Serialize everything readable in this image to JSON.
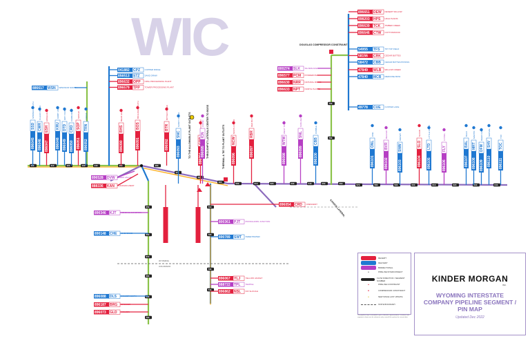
{
  "watermark": "WIC",
  "colors": {
    "receipt": "#e3203e",
    "delivery": "#1f78d1",
    "bidirectional": "#b63fc4",
    "interconnect": "#111111",
    "constraint": "#e3203e"
  },
  "segment_labels": [
    "400",
    "410",
    "420",
    "430",
    "440",
    "450",
    "460",
    "470",
    "480",
    "490",
    "500",
    "510",
    "520",
    "530",
    "540",
    "550",
    "560",
    "570",
    "580",
    "590",
    "600",
    "610",
    "620",
    "630",
    "640",
    "650",
    "660",
    "670",
    "680",
    "690",
    "700",
    "710",
    "720",
    "730",
    "740",
    "750",
    "760"
  ],
  "pins": {
    "top_right": [
      {
        "code": "896651",
        "abbr": "DEW",
        "name": "DESERT WILLOW",
        "type": "receipt"
      },
      {
        "code": "898203",
        "abbr": "HPS",
        "name": "HIGH PLAINS",
        "type": "receipt"
      },
      {
        "code": "896639",
        "abbr": "TCK",
        "name": "TIMBER CREEK",
        "type": "receipt"
      },
      {
        "code": "896646",
        "abbr": "CTW",
        "name": "COTTONWOOD",
        "type": "receipt"
      },
      {
        "code": "54955",
        "abbr": "TFS",
        "name": "TIP TOP FIELD",
        "type": "delivery"
      },
      {
        "code": "58156",
        "abbr": "CRK",
        "name": "CEDAR BUTTES",
        "type": "receipt"
      },
      {
        "code": "58472",
        "abbr": "CBB",
        "name": "CEDAR BUTTES BYPASS",
        "type": "delivery"
      },
      {
        "code": "47849",
        "abbr": "WLB",
        "name": "WILLOW CREEK",
        "type": "receipt"
      },
      {
        "code": "47840",
        "abbr": "MCB",
        "name": "MEDICINE BOW",
        "type": "delivery"
      },
      {
        "code": "49778",
        "abbr": "CUE",
        "name": "CUSTER LAKE",
        "type": "delivery"
      }
    ],
    "top_middle": [
      {
        "code": "041882",
        "abbr": "CPZ",
        "name": "COPPER RIDGE",
        "type": "delivery"
      },
      {
        "code": "856513",
        "abbr": "STZ",
        "name": "SAND DRAW",
        "type": "delivery"
      },
      {
        "code": "896632",
        "abbr": "OPP",
        "name": "OPAL PROCESSING PLANT",
        "type": "receipt"
      },
      {
        "code": "896579",
        "abbr": "TPP",
        "name": "TOWER PROCESSING PLANT",
        "type": "receipt"
      }
    ],
    "center_top": [
      {
        "code": "800274",
        "abbr": "SLK",
        "name": "SILVERLAKE",
        "type": "bidirectional"
      },
      {
        "code": "896577",
        "abbr": "PCM",
        "name": "PONDEROSA",
        "type": "receipt"
      },
      {
        "code": "896630",
        "abbr": "NRR",
        "name": "NATURAL RIDGE",
        "type": "receipt"
      },
      {
        "code": "896633",
        "abbr": "NPT",
        "name": "NORTH PLATTE",
        "type": "receipt"
      }
    ],
    "left_side": [
      {
        "code": "886617",
        "abbr": "WSN",
        "name": "WINDSOR NORTH",
        "type": "delivery"
      },
      {
        "code": "896528",
        "abbr": "DVW",
        "name": "DEER VALLEY",
        "type": "bidirectional"
      },
      {
        "code": "888336",
        "abbr": "KAN",
        "name": "KANNATA WEST",
        "type": "receipt"
      }
    ],
    "bottom_left": [
      {
        "code": "890346",
        "abbr": "KJT",
        "name": "KENDALL JUNCTION",
        "type": "bidirectional"
      },
      {
        "code": "890148",
        "abbr": "CHE",
        "name": "CHEYENNE",
        "type": "delivery"
      },
      {
        "code": "896088",
        "abbr": "DLS",
        "name": "DOLBER SMITH",
        "type": "delivery"
      },
      {
        "code": "896187",
        "abbr": "BRG",
        "name": "BRIDGER",
        "type": "receipt"
      },
      {
        "code": "896073",
        "abbr": "GLD",
        "name": "GOLDEN",
        "type": "receipt"
      }
    ],
    "bottom_center": [
      {
        "code": "800361",
        "abbr": "PJT",
        "name": "PRONGHORN JUNCTION",
        "type": "bidirectional"
      },
      {
        "code": "890789",
        "abbr": "SWT",
        "name": "SWEETWATER",
        "type": "delivery"
      },
      {
        "code": "896067",
        "abbr": "YLJ",
        "name": "YELLOW JACKET",
        "type": "receipt"
      },
      {
        "code": "888722",
        "abbr": "TPL",
        "name": "TEMPLE",
        "type": "bidirectional"
      },
      {
        "code": "896862",
        "abbr": "NSL",
        "name": "NIX SLOUGH",
        "type": "receipt"
      },
      {
        "code": "896054",
        "abbr": "CRD",
        "name": "CRESCENT",
        "type": "receipt"
      }
    ],
    "vertical_left": [
      {
        "code": "896045",
        "abbr": "SSD",
        "name": "SPRINGS SOUTH",
        "type": "delivery"
      },
      {
        "code": "896046",
        "abbr": "CWR",
        "name": "CLEAR CREEK",
        "type": "delivery"
      },
      {
        "code": "896047",
        "abbr": "ESH",
        "name": "EDGEHILL",
        "type": "receipt"
      },
      {
        "code": "896048",
        "abbr": "KRU",
        "name": "KIRBY UNIT",
        "type": "delivery"
      },
      {
        "code": "896049",
        "abbr": "DTD",
        "name": "DRY TANK",
        "type": "delivery"
      },
      {
        "code": "896050",
        "abbr": "CRD",
        "name": "COBB DRAW",
        "type": "delivery"
      },
      {
        "code": "896051",
        "abbr": "SOP",
        "name": "SOPHIA",
        "type": "receipt"
      },
      {
        "code": "896052",
        "abbr": "TRN",
        "name": "TRONA",
        "type": "delivery"
      },
      {
        "code": "896090",
        "abbr": "BHS",
        "name": "BEAR HILL",
        "type": "receipt"
      },
      {
        "code": "896091",
        "abbr": "BOS",
        "name": "BOULDER SOUTH",
        "type": "receipt"
      },
      {
        "code": "896092",
        "abbr": "BTR",
        "name": "BITTER CREEK",
        "type": "receipt"
      }
    ],
    "vertical_center": [
      {
        "code": "896093",
        "abbr": "SNC",
        "name": "SANDY CREEK",
        "type": "delivery"
      },
      {
        "code": "896094",
        "abbr": "GRR",
        "name": "GREEN RIVER",
        "type": "receipt"
      },
      {
        "code": "896095",
        "abbr": "ICN",
        "name": "ICONIC",
        "type": "bidirectional"
      },
      {
        "code": "896096",
        "abbr": "NCW",
        "name": "NORTH CROW",
        "type": "receipt"
      },
      {
        "code": "896097",
        "abbr": "RBR",
        "name": "RED BUTTE",
        "type": "receipt"
      },
      {
        "code": "896098",
        "abbr": "WTW",
        "name": "WEST TOWN",
        "type": "bidirectional"
      },
      {
        "code": "896099",
        "abbr": "SNL",
        "name": "SUNLIGHT",
        "type": "bidirectional"
      },
      {
        "code": "896100",
        "abbr": "CBB",
        "name": "COBBLE",
        "type": "delivery"
      }
    ],
    "vertical_right": [
      {
        "code": "896101",
        "abbr": "ONL",
        "name": "OWL",
        "type": "delivery"
      },
      {
        "code": "896102",
        "abbr": "BVR",
        "name": "BEAVER",
        "type": "bidirectional"
      },
      {
        "code": "896103",
        "abbr": "SNW",
        "name": "SNOWY",
        "type": "delivery"
      },
      {
        "code": "896104",
        "abbr": "SLO",
        "name": "SLOAN",
        "type": "receipt"
      },
      {
        "code": "896105",
        "abbr": "LTD",
        "name": "LITTLE DRAW",
        "type": "delivery"
      },
      {
        "code": "896106",
        "abbr": "FLY",
        "name": "FLYING",
        "type": "bidirectional"
      },
      {
        "code": "896107",
        "abbr": "BAL",
        "name": "BALD",
        "type": "delivery"
      },
      {
        "code": "896108",
        "abbr": "MRT",
        "name": "MARTIN",
        "type": "delivery"
      },
      {
        "code": "896109",
        "abbr": "DFM",
        "name": "DEER FARM",
        "type": "delivery"
      },
      {
        "code": "896110",
        "abbr": "SHV",
        "name": "SHOVEL",
        "type": "delivery"
      },
      {
        "code": "896111",
        "abbr": "TOC",
        "name": "TOC",
        "type": "delivery"
      }
    ]
  },
  "annotations": {
    "douglas": "DOUGLAS COMPRESSOR CONSTRAINT",
    "constraint_left": "TO THE ALLOWABLE PLANT OUTLETS",
    "constraint_mid": "THROUGHPUT LATERALS CENTER TO BOSS",
    "constraint_right": "THERMAL & TIE TO PLANT OUTLETS",
    "kanata": "KANATA LATERAL",
    "state_left": "WYOMING",
    "state_right": "COLORADO"
  },
  "legend": {
    "receipt": "RECEIPT",
    "delivery": "DELIVERY",
    "bidirectional": "BIDIRECTIONAL",
    "interconnect": "PIPELINE INTERCONNECT",
    "flow_direction": "FLOW DIRECTION / SEGMENT NUMBER",
    "pipeline_constraint": "PIPELINE CONSTRAINT",
    "compressor_constraint": "COMPRESSOR CONSTRAINT",
    "new_since": "NEW SINCE LAST UPDATE",
    "state_boundary": "STATE BOUNDARY",
    "note": "The pipeline map is intended to give schematic representation. Locations and segments shown are for reference only; consult the system for current data."
  },
  "title": {
    "logo": "KINDER MORGAN",
    "logo_sub": "INC.",
    "line1": "WYOMING INTERSTATE",
    "line2": "COMPANY PIPELINE SEGMENT /",
    "line3": "PIN MAP",
    "updated": "Updated Dec 2022"
  }
}
